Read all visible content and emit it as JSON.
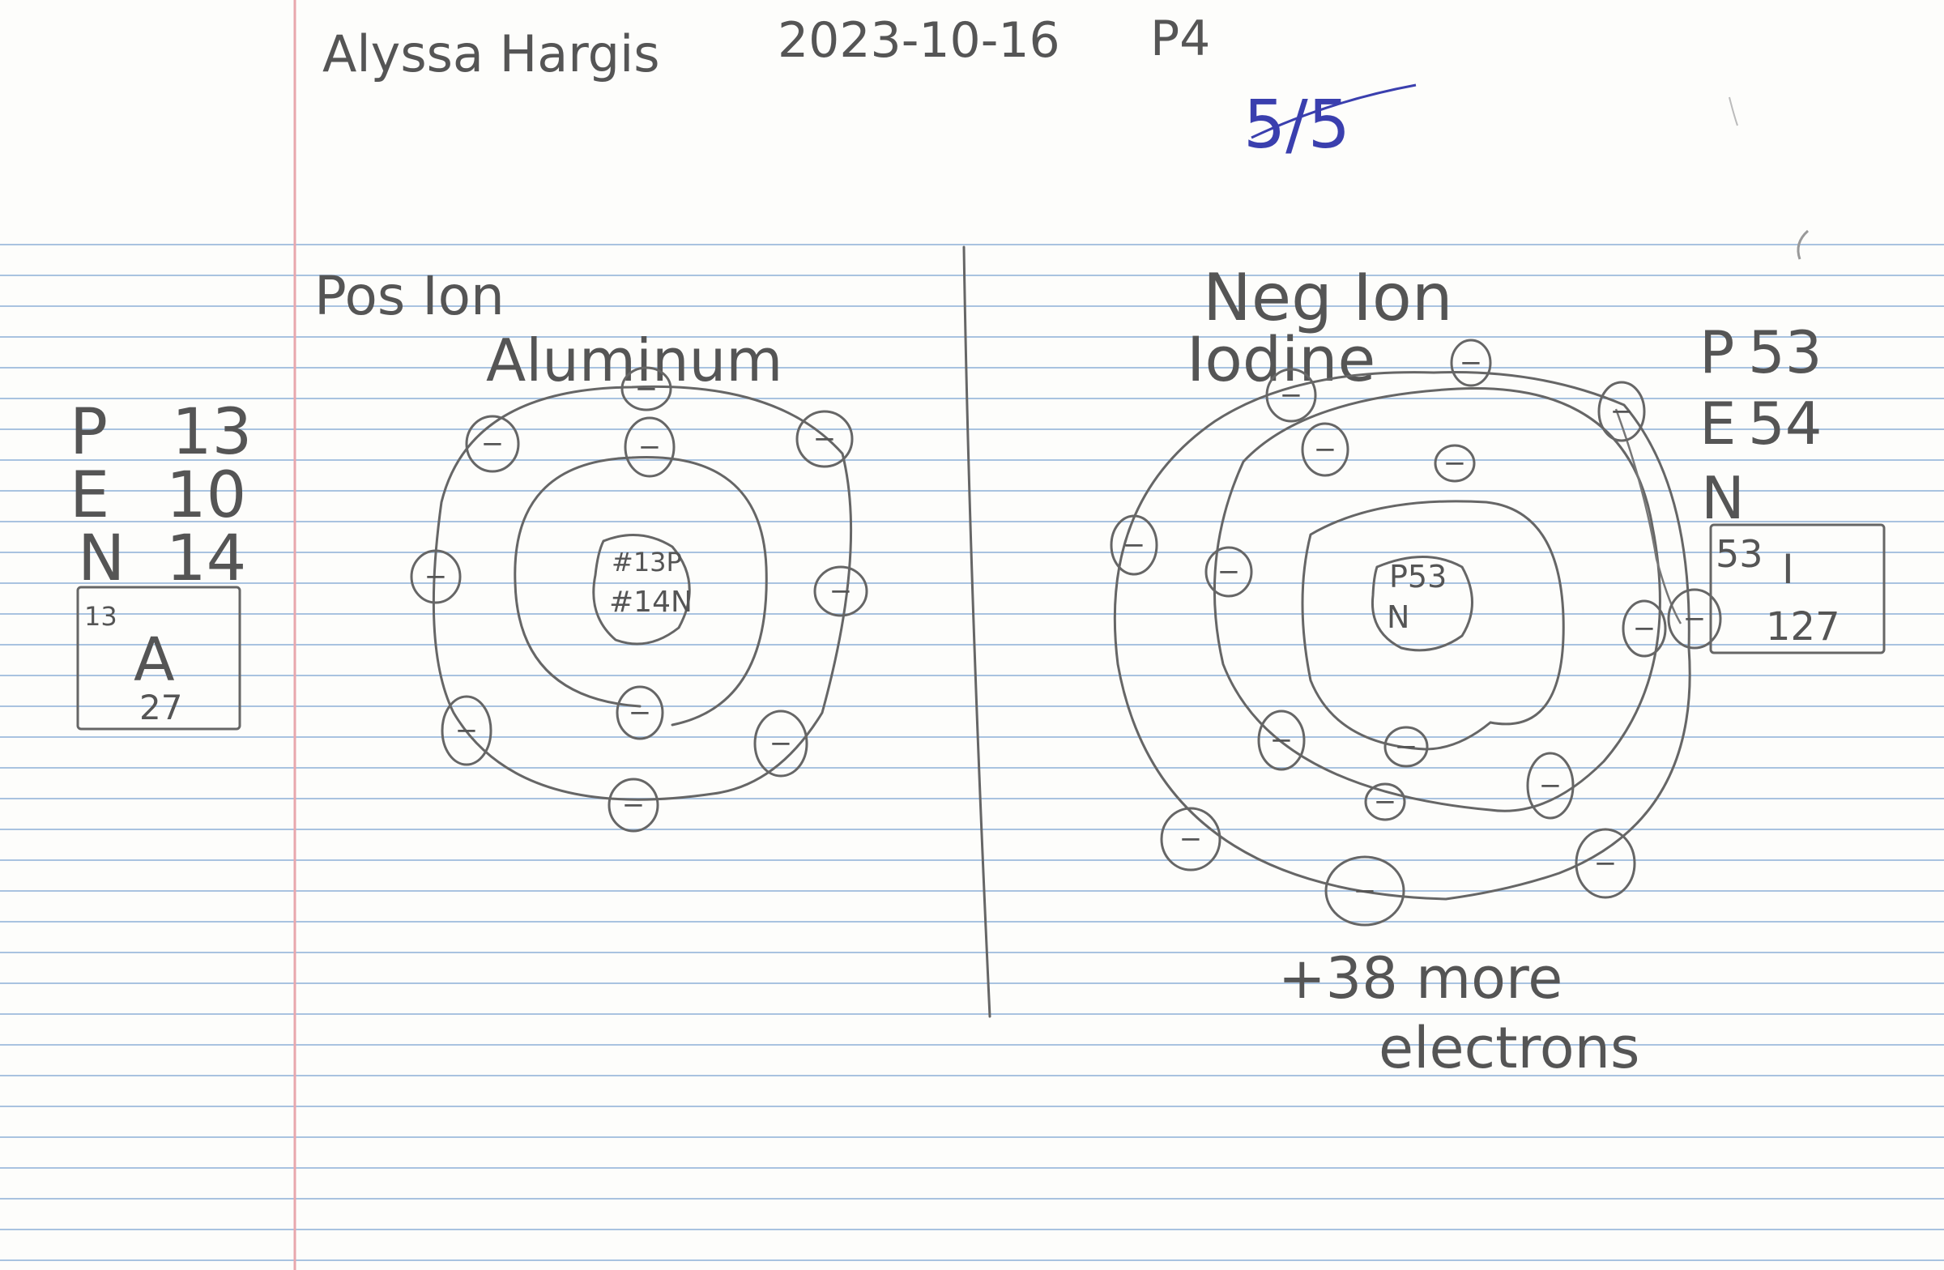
{
  "header": {
    "name": "Alyssa Hargis",
    "date": "2023-10-16",
    "period": "P4",
    "grade": "5/5"
  },
  "left": {
    "heading": "Pos Ion",
    "element_name": "Aluminum",
    "counts": [
      {
        "letter": "P",
        "value": "13"
      },
      {
        "letter": "E",
        "value": "10"
      },
      {
        "letter": "N",
        "value": "14"
      }
    ],
    "tile": {
      "atomic_number": "13",
      "symbol": "A",
      "mass": "27"
    },
    "nucleus_lines": [
      "#13P",
      "#14N"
    ],
    "electron_sign": "−"
  },
  "right": {
    "heading": "Neg Ion",
    "element_name": "Iodine",
    "counts": [
      {
        "letter": "P",
        "value": "53"
      },
      {
        "letter": "E",
        "value": "54"
      },
      {
        "letter": "N",
        "value": ""
      }
    ],
    "tile": {
      "atomic_number": "53",
      "symbol": "I",
      "mass": "127"
    },
    "nucleus_lines": [
      "P53",
      "N"
    ],
    "electron_sign": "−",
    "note_line1": "+38 more",
    "note_line2": "electrons"
  },
  "colors": {
    "paper": "#fdfdfb",
    "rule_line": "#a9c3e0",
    "margin_line": "#e8a7ad",
    "pencil": "#555555",
    "grade_ink": "#3a3fae"
  }
}
